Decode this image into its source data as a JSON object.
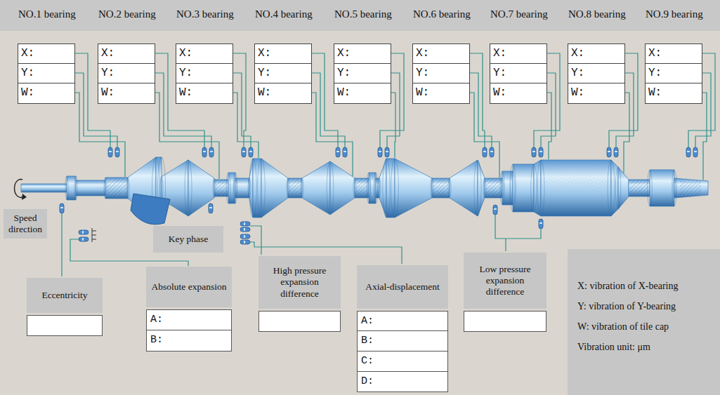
{
  "diagram": {
    "nodes": [
      {
        "text": [
          "NO.1 bearing",
          "X:",
          "Y:",
          "W:"
        ]
      },
      {
        "text": [
          "NO.2 bearing",
          "X:",
          "Y:",
          "W:"
        ]
      },
      {
        "text": [
          "NO.3 bearing",
          "X:",
          "Y:",
          "W:"
        ]
      },
      {
        "text": [
          "NO.4 bearing",
          "X:",
          "Y:",
          "W:"
        ]
      },
      {
        "text": [
          "NO.5 bearing",
          "X:",
          "Y:",
          "W:"
        ]
      },
      {
        "text": [
          "NO.6 bearing",
          "X:",
          "Y:",
          "W:"
        ]
      },
      {
        "text": [
          "NO.7 bearing",
          "X:",
          "Y:",
          "W:"
        ]
      },
      {
        "text": [
          "NO.8 bearing",
          "X:",
          "Y:",
          "W:"
        ]
      },
      {
        "text": [
          "NO.9 bearing",
          "X:",
          "Y:",
          "W:"
        ]
      },
      {
        "text": [
          "Speed direction"
        ]
      },
      {
        "text": [
          "Key phase"
        ]
      },
      {
        "text": [
          "Eccentricity"
        ]
      },
      {
        "text": [
          "Absolute expansion",
          "A:",
          "B:"
        ]
      },
      {
        "text": [
          "High pressure expansion difference"
        ]
      },
      {
        "text": [
          "Axial-displacement",
          "A:",
          "B:",
          "C:",
          "D:"
        ]
      },
      {
        "text": [
          "Low pressure expansion difference"
        ]
      },
      {
        "text": [
          "X: vibration of X-bearing",
          "Y: vibration of Y-bearing",
          "W: vibration of tile cap",
          "Vibration unit: μm"
        ]
      }
    ]
  }
}
